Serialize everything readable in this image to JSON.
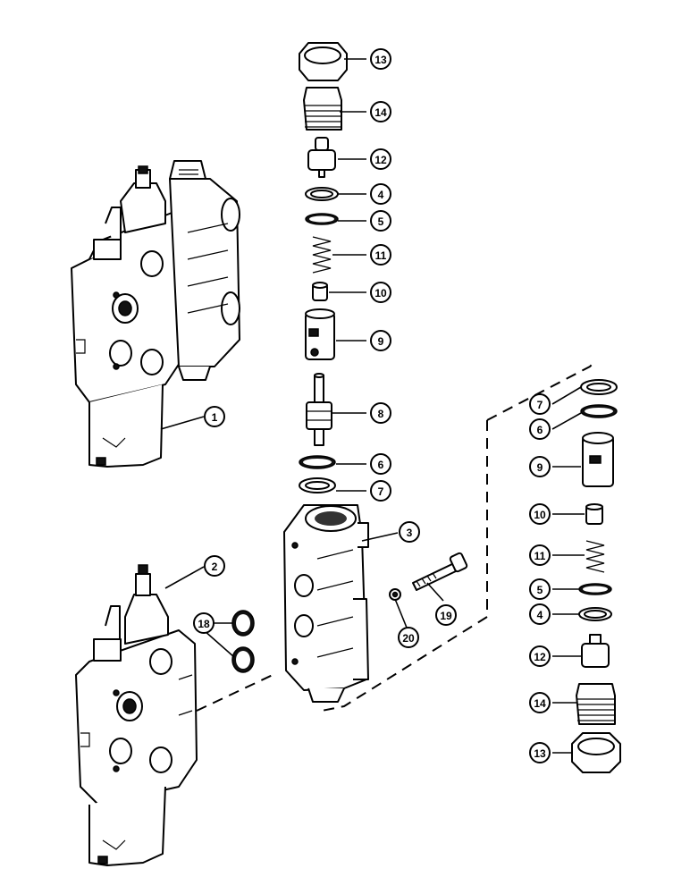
{
  "callouts": [
    {
      "id": "c13a",
      "label": "13"
    },
    {
      "id": "c14a",
      "label": "14"
    },
    {
      "id": "c12a",
      "label": "12"
    },
    {
      "id": "c4a",
      "label": "4"
    },
    {
      "id": "c5a",
      "label": "5"
    },
    {
      "id": "c11a",
      "label": "11"
    },
    {
      "id": "c10a",
      "label": "10"
    },
    {
      "id": "c9a",
      "label": "9"
    },
    {
      "id": "c8",
      "label": "8"
    },
    {
      "id": "c6a",
      "label": "6"
    },
    {
      "id": "c7a",
      "label": "7"
    },
    {
      "id": "c3",
      "label": "3"
    },
    {
      "id": "c1",
      "label": "1"
    },
    {
      "id": "c2",
      "label": "2"
    },
    {
      "id": "c18",
      "label": "18"
    },
    {
      "id": "c20",
      "label": "20"
    },
    {
      "id": "c19",
      "label": "19"
    },
    {
      "id": "c7b",
      "label": "7"
    },
    {
      "id": "c6b",
      "label": "6"
    },
    {
      "id": "c9b",
      "label": "9"
    },
    {
      "id": "c10b",
      "label": "10"
    },
    {
      "id": "c11b",
      "label": "11"
    },
    {
      "id": "c5b",
      "label": "5"
    },
    {
      "id": "c4b",
      "label": "4"
    },
    {
      "id": "c12b",
      "label": "12"
    },
    {
      "id": "c14b",
      "label": "14"
    },
    {
      "id": "c13b",
      "label": "13"
    }
  ]
}
